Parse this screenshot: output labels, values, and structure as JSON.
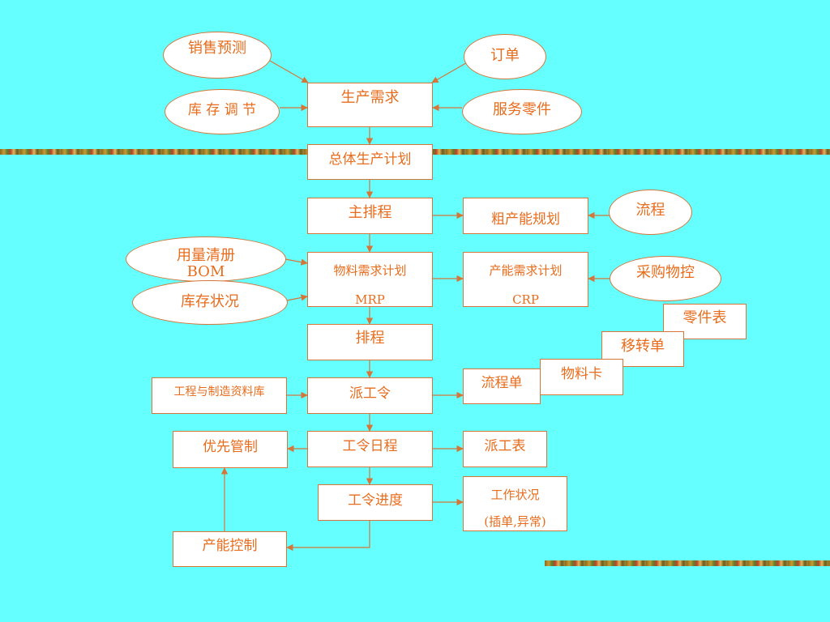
{
  "colors": {
    "background": "#66FFFF",
    "node_fill": "#FFFFFF",
    "border_and_arrows": "#D4763A",
    "text": "#E86C1C"
  },
  "ellipses": {
    "sales_forecast": "销售预测",
    "order": "订单",
    "inventory_adjust": "库 存 调 节",
    "service_parts": "服务零件",
    "flow": "流程",
    "bom": "用量清册BOM",
    "inventory_status": "库存状况",
    "purchase_control": "采购物控"
  },
  "boxes": {
    "production_demand": "生产需求",
    "master_plan": "总体生产计划",
    "master_schedule": "主排程",
    "rough_capacity": "粗产能规划",
    "mrp_title": "物料需求计划",
    "mrp_abbr": "MRP",
    "crp_title": "产能需求计划",
    "crp_abbr": "CRP",
    "parts_list": "零件表",
    "transfer_slip": "移转单",
    "material_card": "物料卡",
    "flow_sheet": "流程单",
    "scheduling": "排程",
    "engineering_db": "工程与制造资料库",
    "dispatch_order": "派工令",
    "priority_control": "优先管制",
    "work_order_schedule": "工令日程",
    "dispatch_sheet": "派工表",
    "work_order_progress": "工令进度",
    "work_status": "工作状况",
    "work_status_detail": "(插单,异常)",
    "capacity_control": "产能控制"
  }
}
